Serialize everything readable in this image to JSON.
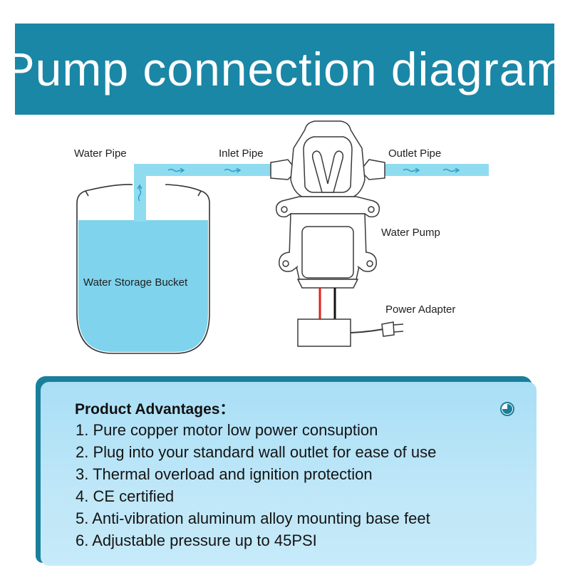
{
  "banner": {
    "title": "Pump connection diagram",
    "color": "#1a87a6"
  },
  "labels": {
    "water_pipe": "Water Pipe",
    "inlet_pipe": "Inlet Pipe",
    "outlet_pipe": "Outlet Pipe",
    "water_pump": "Water Pump",
    "water_storage_bucket": "Water Storage Bucket",
    "power_adapter": "Power Adapter"
  },
  "colors": {
    "water": "#7fd3ec",
    "pipe": "#8fdcf0",
    "pump_outline": "#3a3a3a",
    "wire_red": "#e02020",
    "wire_black": "#111111",
    "panel": "#b9e5f8",
    "panel_shadow": "#1b7f9b"
  },
  "icons": [
    "flow-arrow-icon",
    "power-plug-icon",
    "circle-mark-icon"
  ],
  "advantages": {
    "heading": "Product Advantages：",
    "items": [
      "1. Pure copper motor low power consuption",
      "2. Plug into your standard wall outlet for ease of use",
      "3. Thermal overload and ignition protection",
      "4. CE certified",
      "5. Anti-vibration aluminum alloy mounting base feet",
      "6. Adjustable pressure up to 45PSI"
    ]
  }
}
